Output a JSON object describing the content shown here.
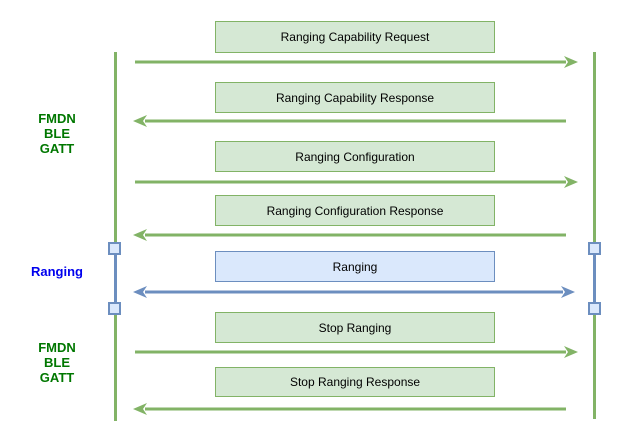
{
  "colors": {
    "green_fill": "#d5e8d4",
    "green_stroke": "#82b366",
    "blue_fill": "#dae8fc",
    "blue_stroke": "#6c8ebf",
    "phase_green_text": "#007700",
    "phase_blue_text": "#0000ee",
    "box_text": "#000000",
    "background": "#ffffff"
  },
  "phases": [
    {
      "id": "fmdn-ble-gatt-top",
      "lines": [
        "FMDN",
        "BLE",
        "GATT"
      ]
    },
    {
      "id": "ranging",
      "lines": [
        "Ranging"
      ]
    },
    {
      "id": "fmdn-ble-gatt-bottom",
      "lines": [
        "FMDN",
        "BLE",
        "GATT"
      ]
    }
  ],
  "messages": [
    {
      "label": "Ranging Capability Request",
      "direction": "right",
      "style": "green"
    },
    {
      "label": "Ranging Capability Response",
      "direction": "left",
      "style": "green"
    },
    {
      "label": "Ranging Configuration",
      "direction": "right",
      "style": "green"
    },
    {
      "label": "Ranging Configuration Response",
      "direction": "left",
      "style": "green"
    },
    {
      "label": "Ranging",
      "direction": "both",
      "style": "blue"
    },
    {
      "label": "Stop Ranging",
      "direction": "right",
      "style": "green"
    },
    {
      "label": "Stop Ranging Response",
      "direction": "left",
      "style": "green"
    }
  ]
}
